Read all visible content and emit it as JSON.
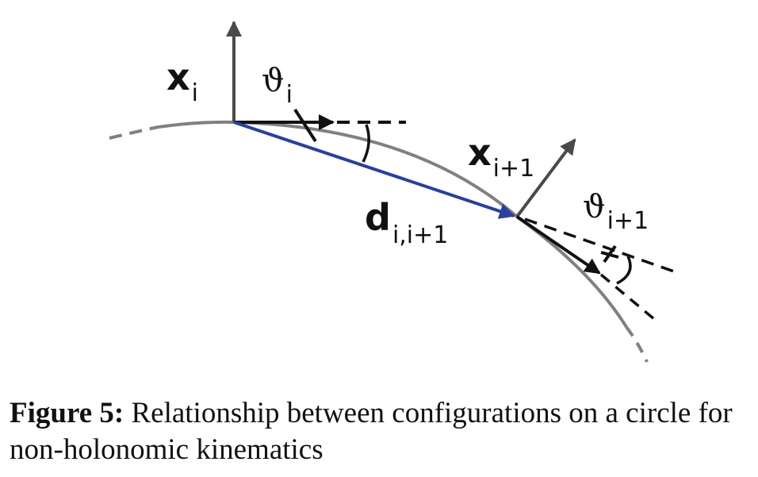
{
  "diagram": {
    "labels": {
      "x_i": {
        "main": "x",
        "sub": "i"
      },
      "theta_i": {
        "main": "ϑ",
        "sub": "i"
      },
      "x_i1": {
        "main": "x",
        "sub": "i+1"
      },
      "theta_i1": {
        "main": "ϑ",
        "sub": "i+1"
      },
      "d": {
        "main": "d",
        "sub": "i,i+1"
      }
    },
    "colors": {
      "arc": "#808080",
      "axis": "#4a4a4a",
      "heading": "#111111",
      "displacement": "#2a3f9e"
    }
  },
  "caption": {
    "label": "Figure 5:",
    "text": "Relationship between configurations on a circle for non-holonomic kinematics"
  }
}
